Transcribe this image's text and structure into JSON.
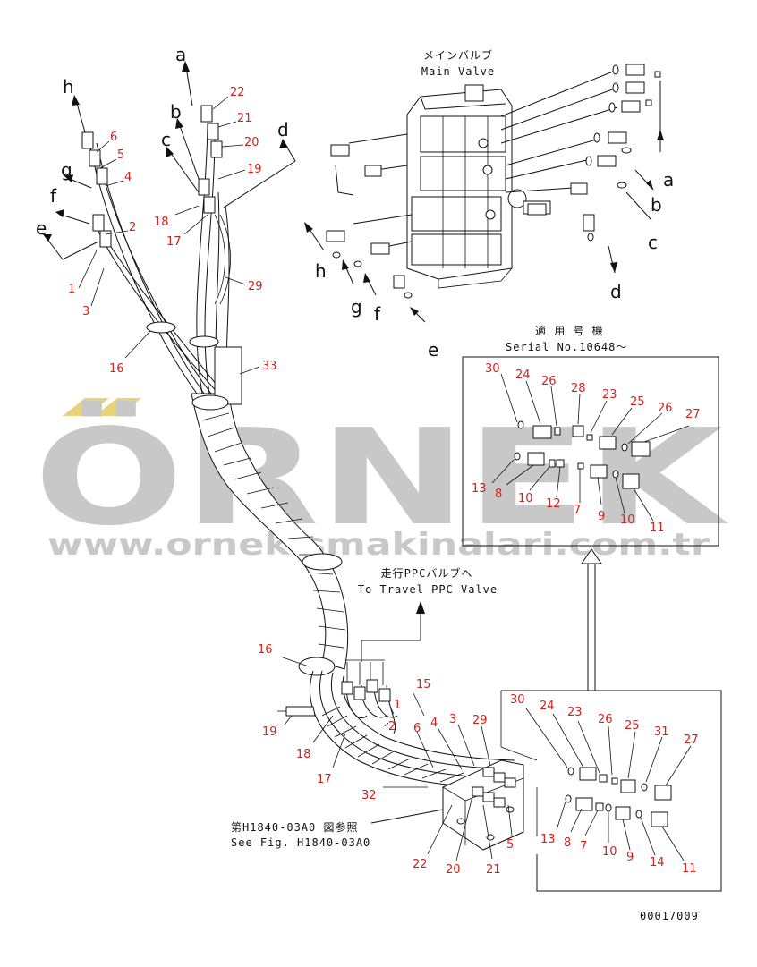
{
  "watermark": {
    "brand": "ÖRNEK",
    "url": "www.ornekismakinalari.com.tr",
    "accent_color": "#e8d27a",
    "text_color": "#c8c8c8"
  },
  "captions": {
    "main_valve_jp": "メインバルブ",
    "main_valve_en": "Main Valve",
    "serial_jp": "適 用 号 機",
    "serial_en": "Serial No.10648～",
    "travel_jp": "走行PPCバルブへ",
    "travel_en": "To Travel PPC Valve",
    "see_fig_jp": "第H1840-03A0 図参照",
    "see_fig_en": "See Fig. H1840-03A0",
    "drawing_no": "00017009"
  },
  "connection_letters": [
    "a",
    "b",
    "c",
    "d",
    "e",
    "f",
    "g",
    "h"
  ],
  "callouts": {
    "harness_left": [
      "6",
      "5",
      "4",
      "2",
      "1",
      "3"
    ],
    "harness_right": [
      "22",
      "21",
      "20",
      "19",
      "18",
      "17"
    ],
    "harness_misc": [
      "29",
      "16",
      "33"
    ],
    "lower": [
      "16",
      "19",
      "18",
      "17",
      "32",
      "15",
      "6",
      "4",
      "3",
      "29",
      "1",
      "2",
      "22",
      "20",
      "21",
      "5"
    ],
    "inset_upper": [
      "30",
      "24",
      "26",
      "28",
      "23",
      "25",
      "26",
      "27",
      "13",
      "8",
      "10",
      "12",
      "7",
      "9",
      "10",
      "11"
    ],
    "inset_lower": [
      "30",
      "24",
      "23",
      "26",
      "25",
      "31",
      "27",
      "13",
      "8",
      "7",
      "10",
      "9",
      "14",
      "11"
    ]
  },
  "colors": {
    "callout": "#d2221c",
    "line": "#111111"
  }
}
